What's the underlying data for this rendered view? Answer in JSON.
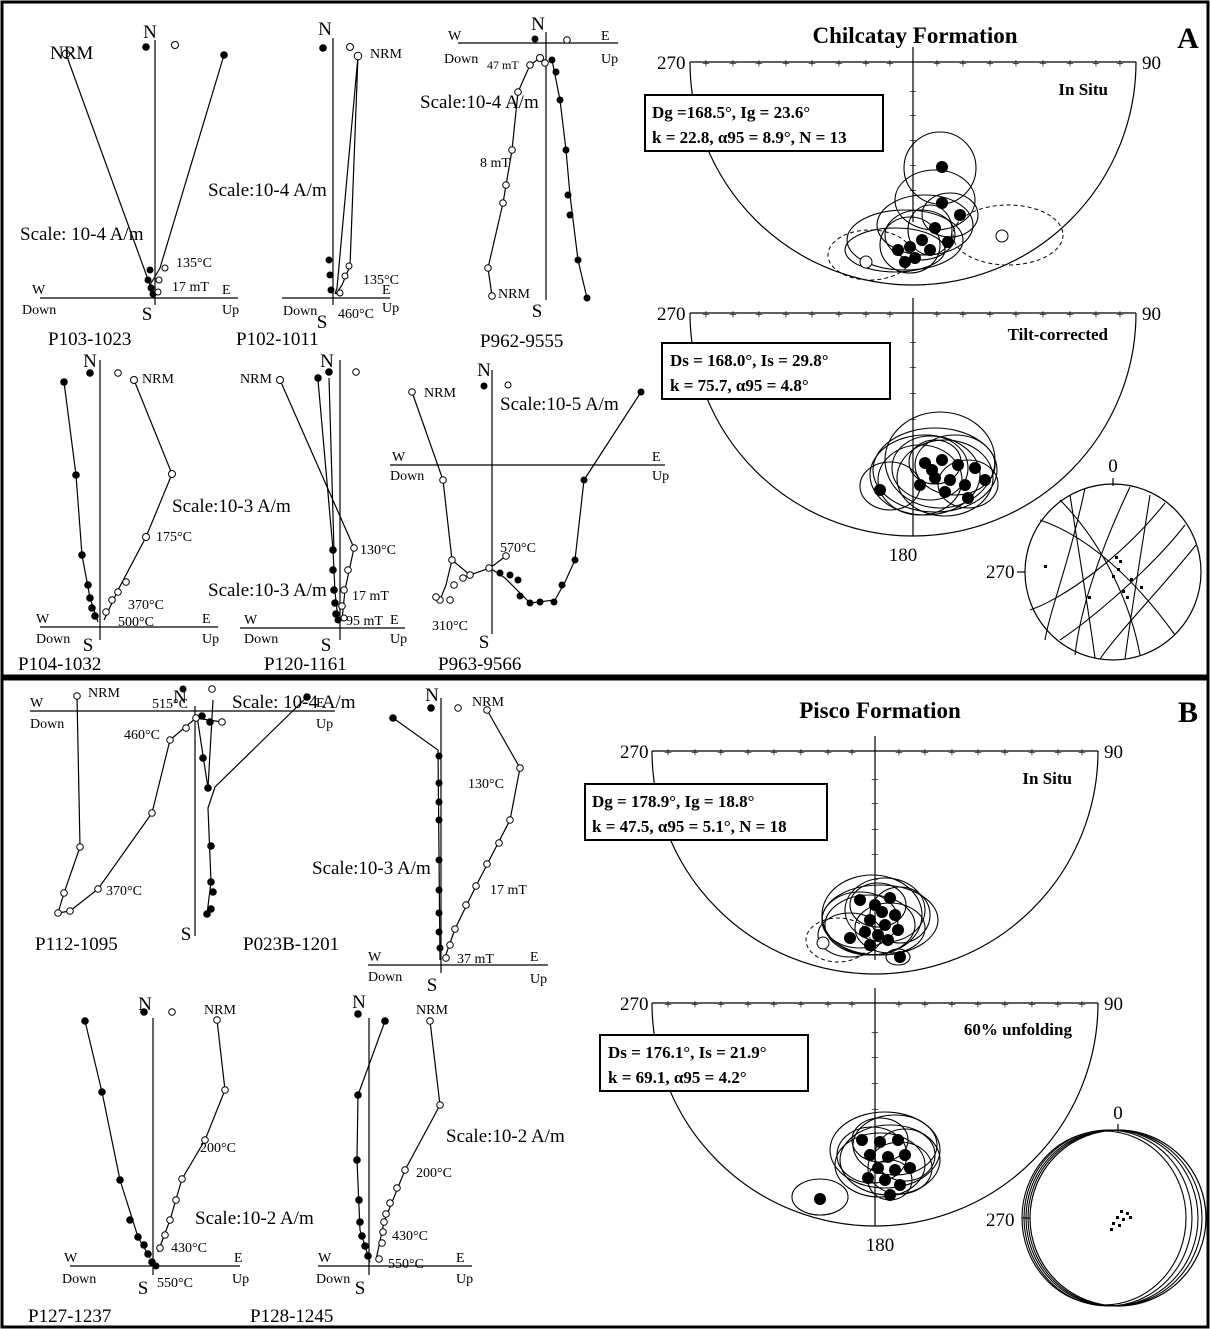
{
  "panelA": {
    "letter": "A",
    "title": "Chilcatay Formation",
    "insitu": {
      "label": "In Situ",
      "deg_left": "270",
      "deg_right": "90",
      "stats_line1": "Dg =168.5°, Ig = 23.6°",
      "stats_line2": "k = 22.8, α95 = 8.9°, N = 13"
    },
    "tilt": {
      "label": "Tilt-corrected",
      "deg_left": "270",
      "deg_right": "90",
      "deg_bottom": "180",
      "stats_line1": "Ds = 168.0°, Is = 29.8°",
      "stats_line2": "k = 75.7, α95 = 4.8°"
    },
    "bedding": {
      "deg_top": "0",
      "deg_left": "270"
    },
    "zij": [
      {
        "name": "P103-1023",
        "scale": "Scale: 10-4 A/m",
        "labels": [
          "NRM",
          "135°C",
          "17 mT"
        ]
      },
      {
        "name": "P102-1011",
        "scale": "Scale:10-4 A/m",
        "labels": [
          "NRM",
          "135°C",
          "460°C"
        ]
      },
      {
        "name": "P962-9555",
        "scale": "Scale:10-4 A/m",
        "labels": [
          "47 mT",
          "8 mT",
          "NRM"
        ]
      },
      {
        "name": "P104-1032",
        "scale": "Scale:10-3 A/m",
        "labels": [
          "NRM",
          "175°C",
          "370°C",
          "500°C"
        ]
      },
      {
        "name": "P120-1161",
        "scale": "Scale:10-3 A/m",
        "labels": [
          "NRM",
          "130°C",
          "17 mT",
          "95 mT"
        ]
      },
      {
        "name": "P963-9566",
        "scale": "Scale:10-5 A/m",
        "labels": [
          "NRM",
          "570°C",
          "310°C"
        ]
      }
    ]
  },
  "panelB": {
    "letter": "B",
    "title": "Pisco Formation",
    "insitu": {
      "label": "In Situ",
      "deg_left": "270",
      "deg_right": "90",
      "stats_line1": "Dg = 178.9°, Ig = 18.8°",
      "stats_line2": "k = 47.5, α95 = 5.1°, N = 18"
    },
    "unfold": {
      "label": "60% unfolding",
      "deg_left": "270",
      "deg_right": "90",
      "deg_bottom": "180",
      "stats_line1": "Ds = 176.1°, Is = 21.9°",
      "stats_line2": "k = 69.1, α95 = 4.2°"
    },
    "bedding": {
      "deg_top": "0",
      "deg_left": "270"
    },
    "zij": [
      {
        "name": "P112-1095",
        "scale": "Scale: 10-4 A/m",
        "labels": [
          "NRM",
          "515°C",
          "460°C",
          "370°C"
        ]
      },
      {
        "name": "P023B-1201",
        "scale": "Scale:10-3 A/m",
        "labels": [
          "NRM",
          "130°C",
          "17 mT",
          "37 mT"
        ]
      },
      {
        "name": "P127-1237",
        "scale": "Scale:10-2 A/m",
        "labels": [
          "NRM",
          "200°C",
          "430°C",
          "550°C"
        ]
      },
      {
        "name": "P128-1245",
        "scale": "Scale:10-2 A/m",
        "labels": [
          "NRM",
          "200°C",
          "430°C",
          "550°C"
        ]
      }
    ]
  },
  "axes": {
    "n": "N",
    "s": "S",
    "w": "W",
    "e": "E",
    "down": "Down",
    "up": "Up"
  }
}
